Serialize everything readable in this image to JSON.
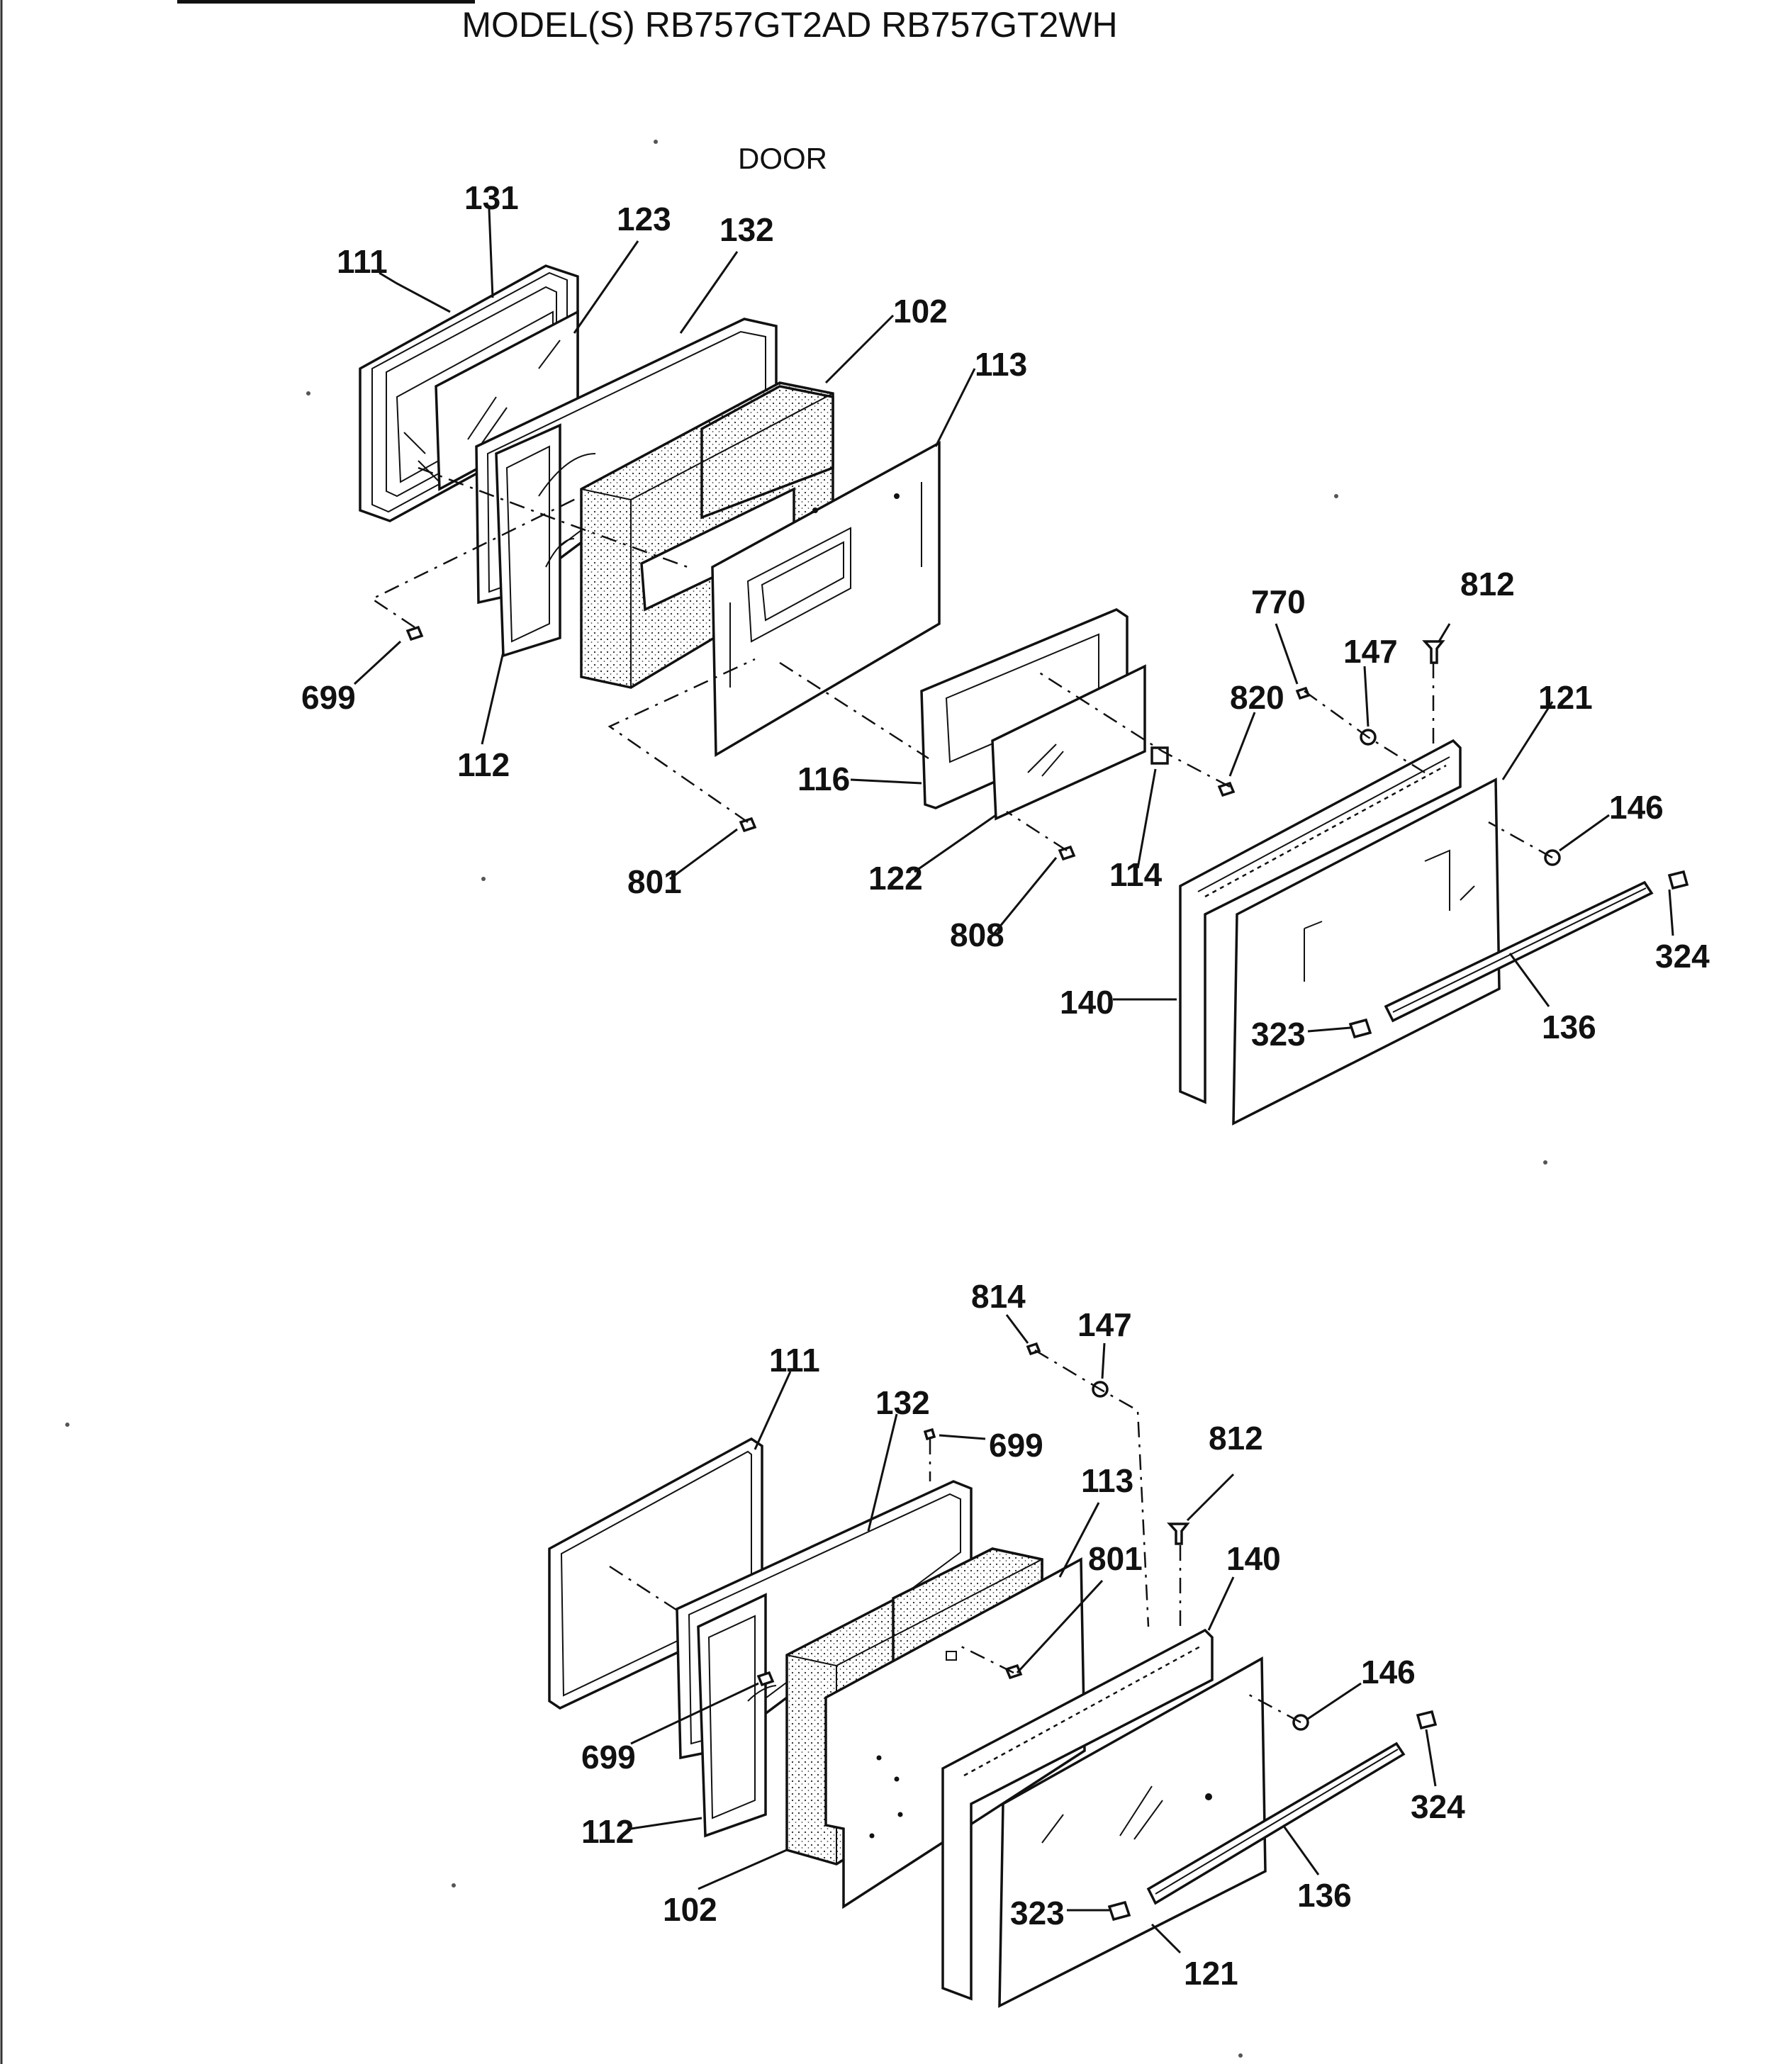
{
  "header": {
    "model_title": "MODEL(S) RB757GT2AD  RB757GT2WH",
    "section_title": "DOOR"
  },
  "diagrams": [
    {
      "name": "door-assembly-upper",
      "callouts": [
        "131",
        "123",
        "132",
        "111",
        "102",
        "113",
        "699",
        "112",
        "801",
        "116",
        "122",
        "808",
        "114",
        "770",
        "812",
        "147",
        "820",
        "121",
        "146",
        "324",
        "140",
        "323",
        "136"
      ]
    },
    {
      "name": "door-assembly-lower",
      "callouts": [
        "814",
        "147",
        "111",
        "132",
        "699",
        "812",
        "113",
        "801",
        "140",
        "146",
        "699",
        "324",
        "112",
        "102",
        "323",
        "136",
        "121"
      ]
    }
  ]
}
